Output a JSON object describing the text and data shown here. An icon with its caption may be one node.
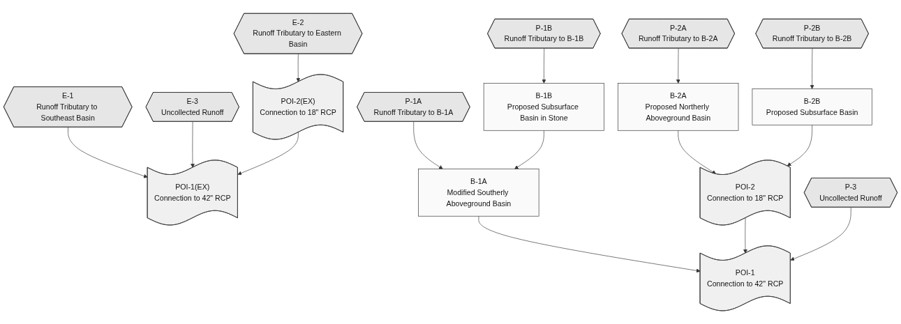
{
  "diagram": {
    "nodes": [
      {
        "text": [
          "E-1",
          "Runoff Tributary to Southeast Basin"
        ]
      },
      {
        "text": [
          "E-3",
          "Uncollected Runoff"
        ]
      },
      {
        "text": [
          "E-2",
          "Runoff Tributary to Eastern Basin"
        ]
      },
      {
        "text": [
          "P-1A",
          "Runoff Tributary to B-1A"
        ]
      },
      {
        "text": [
          "P-1B",
          "Runoff Tributary to B-1B"
        ]
      },
      {
        "text": [
          "P-2A",
          "Runoff Tributary to B-2A"
        ]
      },
      {
        "text": [
          "P-2B",
          "Runoff Tributary to B-2B"
        ]
      },
      {
        "text": [
          "POI-1(EX)",
          "Connection to 42\" RCP"
        ]
      },
      {
        "text": [
          "POI-2(EX)",
          "Connection to 18\" RCP"
        ]
      },
      {
        "text": [
          "B-1A",
          "Modified Southerly Aboveground Basin"
        ]
      },
      {
        "text": [
          "B-1B",
          "Proposed Subsurface Basin in Stone"
        ]
      },
      {
        "text": [
          "B-2A",
          "Proposed Northerly Aboveground Basin"
        ]
      },
      {
        "text": [
          "B-2B",
          "Proposed Subsurface Basin"
        ]
      },
      {
        "text": [
          "POI-2",
          "Connection to 18\" RCP"
        ]
      },
      {
        "text": [
          "P-3",
          "Uncollected Runoff"
        ]
      },
      {
        "text": [
          "POI-1",
          "Connection to 42\" RCP"
        ]
      }
    ],
    "edges": [
      {
        "from": 0,
        "to": 7,
        "arrow": "to"
      },
      {
        "from": 1,
        "to": 7,
        "arrow": "to"
      },
      {
        "from": 2,
        "to": 8,
        "arrow": "to"
      },
      {
        "from": 8,
        "to": 7,
        "arrow": "to"
      },
      {
        "from": 3,
        "to": 9,
        "arrow": "to"
      },
      {
        "from": 4,
        "to": 10,
        "arrow": "to"
      },
      {
        "from": 10,
        "to": 9,
        "arrow": "to"
      },
      {
        "from": 5,
        "to": 11,
        "arrow": "to"
      },
      {
        "from": 6,
        "to": 12,
        "arrow": "to"
      },
      {
        "from": 9,
        "to": 15,
        "arrow": "to"
      },
      {
        "from": 11,
        "to": 13,
        "arrow": "to"
      },
      {
        "from": 12,
        "to": 13,
        "arrow": "to"
      },
      {
        "from": 13,
        "to": 15,
        "arrow": "to"
      },
      {
        "from": 14,
        "to": 15,
        "arrow": "to"
      }
    ]
  }
}
